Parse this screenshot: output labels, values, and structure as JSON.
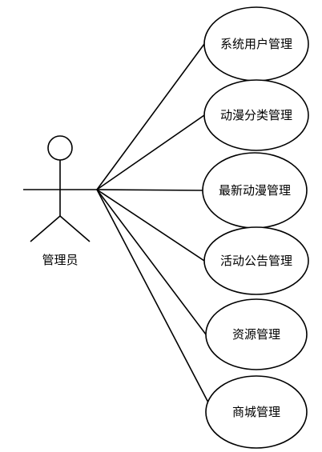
{
  "actor": {
    "label": "管理员",
    "icon": "stick-figure-actor-icon"
  },
  "use_cases": [
    {
      "label": "系统用户管理"
    },
    {
      "label": "动漫分类管理"
    },
    {
      "label": "最新动漫管理"
    },
    {
      "label": "活动公告管理"
    },
    {
      "label": "资源管理"
    },
    {
      "label": "商城管理"
    }
  ],
  "colors": {
    "stroke": "#000000",
    "background": "#ffffff"
  }
}
